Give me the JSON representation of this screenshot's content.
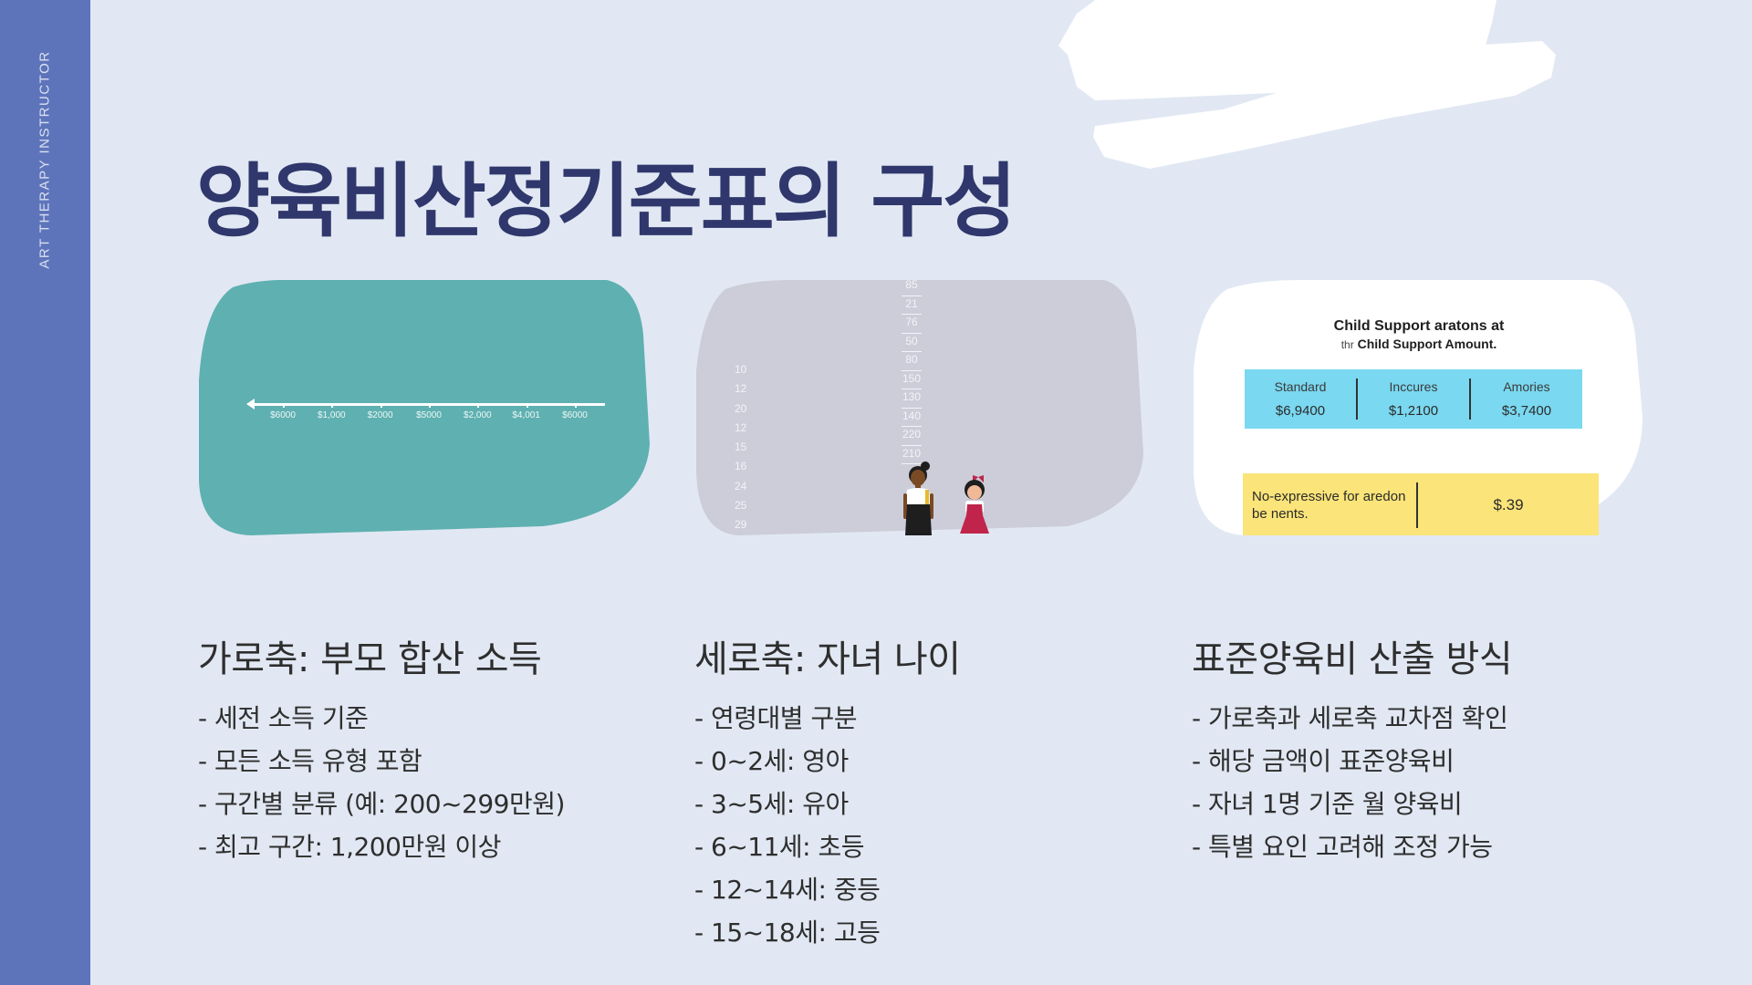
{
  "sidebar": {
    "label": "ART THERAPY INSTRUCTOR",
    "color": "#5e74ba"
  },
  "title": "양육비산정기준표의 구성",
  "colors": {
    "background": "#e1e8f3",
    "title": "#2f376c",
    "card1": "#5fb0b1",
    "card2": "#cccdd9",
    "card3": "#ffffff",
    "blue_box": "#7ad8f0",
    "yellow_box": "#fbe479"
  },
  "cards": {
    "income_axis": {
      "ticks": [
        "$6000",
        "$1,000",
        "$2000",
        "$5000",
        "$2,000",
        "$4,001",
        "$6000"
      ]
    },
    "age_axis": {
      "left_numbers": [
        "10",
        "12",
        "20",
        "12",
        "15",
        "16",
        "24",
        "25",
        "29"
      ],
      "ruler_numbers": [
        "85",
        "21",
        "76",
        "50",
        "80",
        "150",
        "130",
        "140",
        "220",
        "210"
      ],
      "illustration": "two-children-standing"
    },
    "support_table": {
      "title_line1": "Child Support aratons at",
      "title_line2_prefix": "thr",
      "title_line2": "Child Support Amount.",
      "columns": [
        {
          "label": "Standard",
          "value": "$6,9400"
        },
        {
          "label": "Inccures",
          "value": "$1,2100"
        },
        {
          "label": "Amories",
          "value": "$3,7400"
        }
      ],
      "footer_label": "No-expressive for aredon be nents.",
      "footer_value": "$.39"
    }
  },
  "columns": [
    {
      "heading": "가로축: 부모 합산 소득",
      "items": [
        "- 세전 소득 기준",
        "- 모든 소득 유형 포함",
        "- 구간별 분류 (예: 200~299만원)",
        "- 최고 구간: 1,200만원 이상"
      ]
    },
    {
      "heading": "세로축: 자녀 나이",
      "items": [
        "- 연령대별 구분",
        "- 0~2세: 영아",
        "- 3~5세: 유아",
        "- 6~11세: 초등",
        "- 12~14세: 중등",
        "- 15~18세: 고등"
      ]
    },
    {
      "heading": "표준양육비 산출 방식",
      "items": [
        "- 가로축과 세로축 교차점 확인",
        "- 해당 금액이 표준양육비",
        "- 자녀 1명 기준 월 양육비",
        "- 특별 요인 고려해 조정 가능"
      ]
    }
  ]
}
